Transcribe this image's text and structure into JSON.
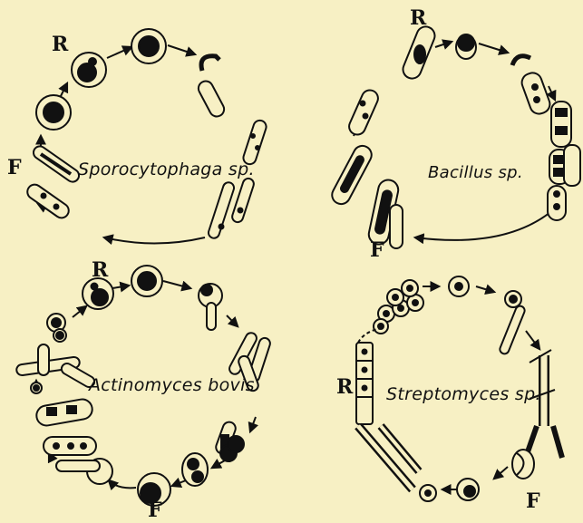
{
  "panels": [
    {
      "id": "sporocytophaga",
      "name": "Sporocytophaga sp.",
      "marker_r": "R",
      "marker_f": "F"
    },
    {
      "id": "bacillus",
      "name": "Bacillus sp.",
      "marker_r": "R",
      "marker_f": "F"
    },
    {
      "id": "actinomyces",
      "name": "Actinomyces bovis",
      "marker_r": "R",
      "marker_f": "F"
    },
    {
      "id": "streptomyces",
      "name": "Streptomyces sp.",
      "marker_r": "R",
      "marker_f": "F"
    }
  ],
  "colors": {
    "ink": "#111111",
    "paper": "#f7f0c4",
    "cell_fill": "#f7f0c4"
  }
}
